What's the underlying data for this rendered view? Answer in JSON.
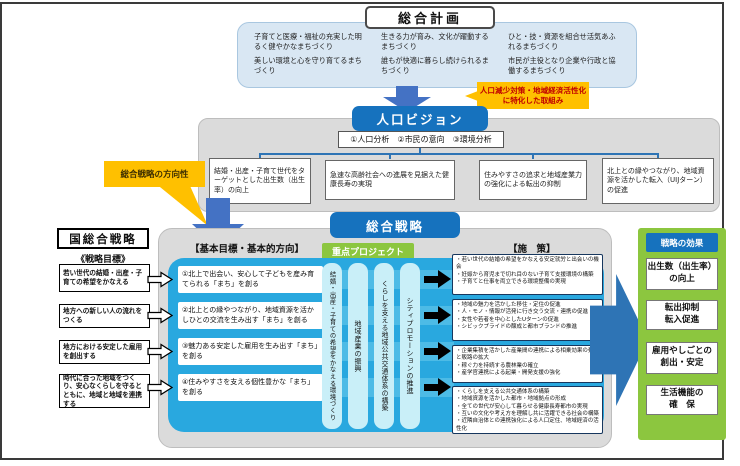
{
  "top_plan": {
    "title": "総合計画",
    "items": [
      "子育てと医療・福祉の充実した明るく健やかなまちづくり",
      "美しい環境と心を守り育てるまちづくり",
      "生きる力が育み、文化が躍動するまちづくり",
      "誰もが快適に暮らし続けられるまちづくり",
      "ひと・技・資源を組合せ活気あふれるまちづくり",
      "市民が主役となり企業や行政と協働するまちづくり"
    ]
  },
  "focus_callout": "人口減少対策・地域経済活性化に特化した取組み",
  "population_vision": {
    "title": "人口ビジョン",
    "analysis": "①人口分析　②市民の意向　③環境分析",
    "directions": [
      "結婚・出産・子育て世代をターゲットとした出生数（出生率）の向上",
      "急速な高齢社会への進展を見据えた健康長寿の実現",
      "住みやすさの追求と地域産業力の強化による転出の抑制",
      "北上との縁やつながり、地域資源を活かした転入（UIJターン）の促進"
    ]
  },
  "direction_callout": "総合戦略の方向性",
  "strategy": {
    "title": "総合戦略",
    "goals_heading": "【基本目標・基本的方向】",
    "projects_heading": "重点プロジェクト",
    "measures_heading": "【施　策】",
    "goals": [
      "①北上で出会い、安心して子どもを産み育てられる「まち」を創る",
      "②北上との縁やつながり、地域資源を活かしひとの交流を生み出す「まち」を創る",
      "③魅力ある安定した雇用を生み出す「まち」を創る",
      "④住みやすさを支える個性豊かな「まち」を創る"
    ],
    "projects": [
      "結婚・出産・子育ての希望をかなえる環境づくり",
      "地域産業の振興",
      "くらしを支える地域公共交通体系の構築",
      "シティプロモーションの推進"
    ],
    "measures": [
      "・若い世代の結婚の希望をかなえる安定就労と出会いの機会\n・妊娠から育児まで切れ目のない子育て支援環境の構築\n・子育てと仕事を両立できる環境整備の実現",
      "・地域の魅力を活かした移住・定住の促進\n・人・モノ・情報が活発に行き交う交流・連携の促進\n・女性や若者を中心としたUターンの促進\n・シビックプライドの醸成と都市ブランドの推進",
      "・企業集積を活かした産業間の連携による相乗効果の発揮と販路の拡大\n・稼ぐ力を持続する農林業の確立\n・産学官連携による起業・開発支援の強化",
      "・くらしを支える公共交通体系の構築\n・地域資源を活かした都市・地域拠点の形成\n・全ての世代が安心して暮らせる健康長寿都市の実現\n・互いの文化や考え方を理解し共に活躍できる社会の構築\n・近隣自治体との連携強化による人口定住、地域経済の活性化"
    ]
  },
  "national_strategy": {
    "title": "国総合戦略",
    "subtitle": "《戦略目標》",
    "goals": [
      "若い世代の結婚・出産・子育ての希望をかなえる",
      "地方への新しい人の流れをつくる",
      "地方における安定した雇用を創出する",
      "時代に合った地域をつくり、安心なくらしを守るとともに、地域と地域を連携する"
    ]
  },
  "effects": {
    "title": "戦略の効果",
    "items": [
      "出生数（出生率）の向上",
      "転出抑制\n転入促進",
      "雇用やしごとの\n創出・安定",
      "生活機能の\n確　保"
    ]
  },
  "colors": {
    "primary_blue": "#1672BE",
    "cyan_panel": "#29A8DF",
    "green": "#8CC63F",
    "yellow": "#FFC000",
    "callout_red_text": "#C00000",
    "arrow_blue": "#4472C4",
    "measure_border": "#17375E",
    "panel_gray": "#DBDBDB",
    "panel_lightblue": "#D9E7F3"
  }
}
